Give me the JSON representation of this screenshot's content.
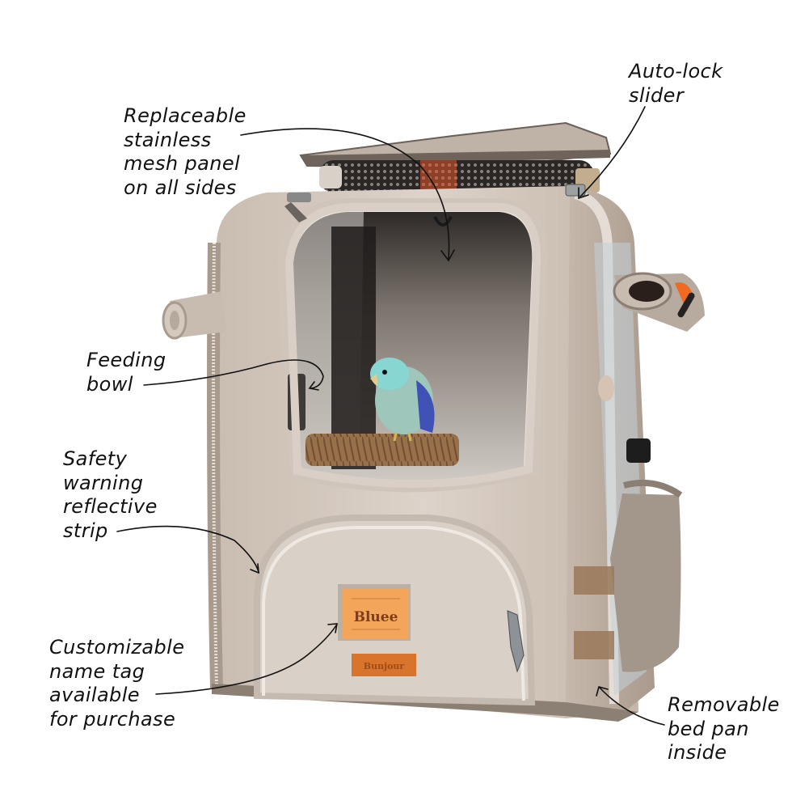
{
  "image": {
    "subject": "Bird carrier backpack with annotated features",
    "bird": "blue-green parrotlet on rope perch",
    "colors": {
      "fabric": "#d6cbc1",
      "fabric_shadow": "#b8aa9d",
      "fabric_dark": "#9c8d80",
      "interior": "#3a3533",
      "mesh": "#2c2a28",
      "tag_orange": "#f3a55a",
      "tag_brown": "#d9742d",
      "accent_orange": "#f06a22",
      "bird": "#8ed3cf",
      "wing": "#3f51b5",
      "perch": "#9a7449",
      "ink": "#111111"
    }
  },
  "tags": {
    "name_tag": "Bluee",
    "brand_tag": "Bunjour"
  },
  "callouts": [
    {
      "id": "mesh-panel",
      "lines": [
        "Replaceable",
        "stainless",
        "mesh panel",
        "on all sides"
      ]
    },
    {
      "id": "auto-lock",
      "lines": [
        "Auto-lock",
        "slider"
      ]
    },
    {
      "id": "feeding-bowl",
      "lines": [
        "Feeding",
        "bowl"
      ]
    },
    {
      "id": "reflective-strip",
      "lines": [
        "Safety",
        "warning",
        "reflective",
        "strip"
      ]
    },
    {
      "id": "name-tag",
      "lines": [
        "Customizable",
        "name tag",
        "available",
        "for purchase"
      ]
    },
    {
      "id": "bed-pan",
      "lines": [
        "Removable",
        "bed pan",
        "inside"
      ]
    }
  ]
}
